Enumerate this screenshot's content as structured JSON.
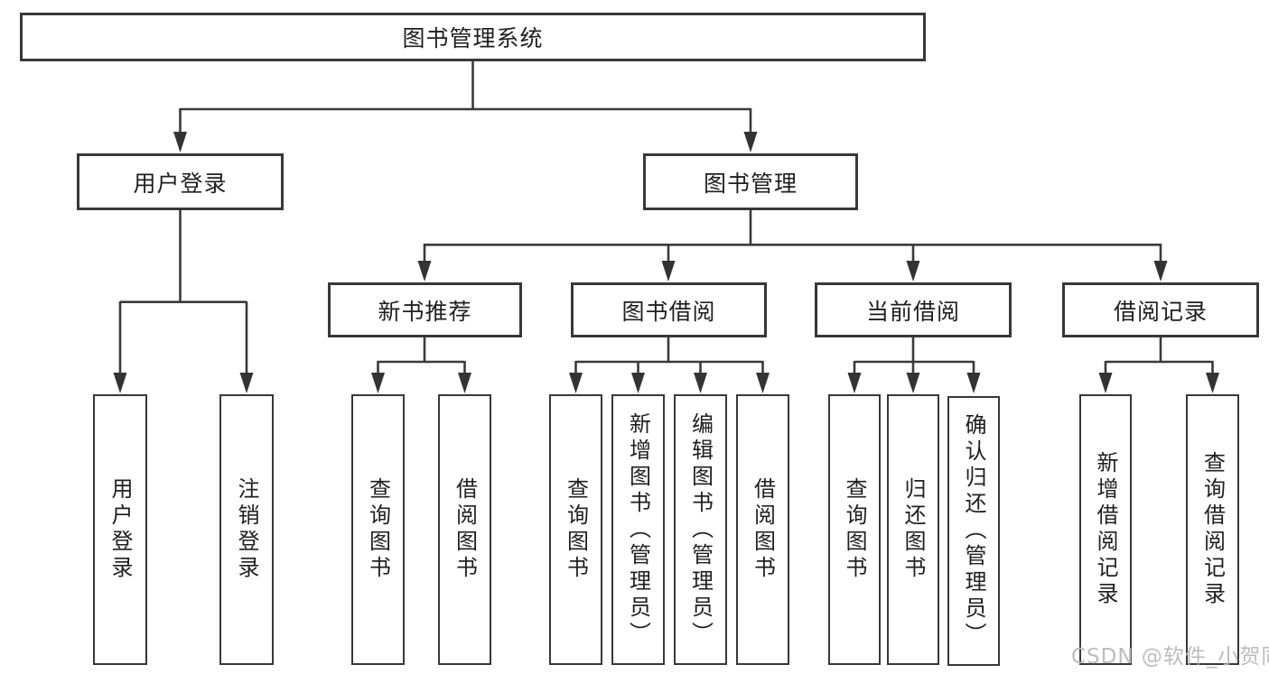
{
  "nodes": {
    "root": "图书管理系统",
    "user_login": "用户登录",
    "book_management": "图书管理",
    "new_book_recommend": "新书推荐",
    "book_borrow": "图书借阅",
    "current_borrow": "当前借阅",
    "borrow_records": "借阅记录",
    "leaves": {
      "user_login": [
        "用户登录",
        "注销登录"
      ],
      "new_book_recommend": [
        "查询图书",
        "借阅图书"
      ],
      "book_borrow": [
        "查询图书",
        "新增图书（管理员）",
        "编辑图书（管理员）",
        "借阅图书"
      ],
      "current_borrow": [
        "查询图书",
        "归还图书",
        "确认归还（管理员）"
      ],
      "borrow_records": [
        "新增借阅记录",
        "查询借阅记录"
      ]
    }
  },
  "watermark": "CSDN @软件_小贺同学",
  "colors": {
    "line": "#3a3a3a",
    "box_border": "#383838",
    "text": "#1f1f1f",
    "background": "#ffffff",
    "watermark": "#b8b8b8"
  }
}
